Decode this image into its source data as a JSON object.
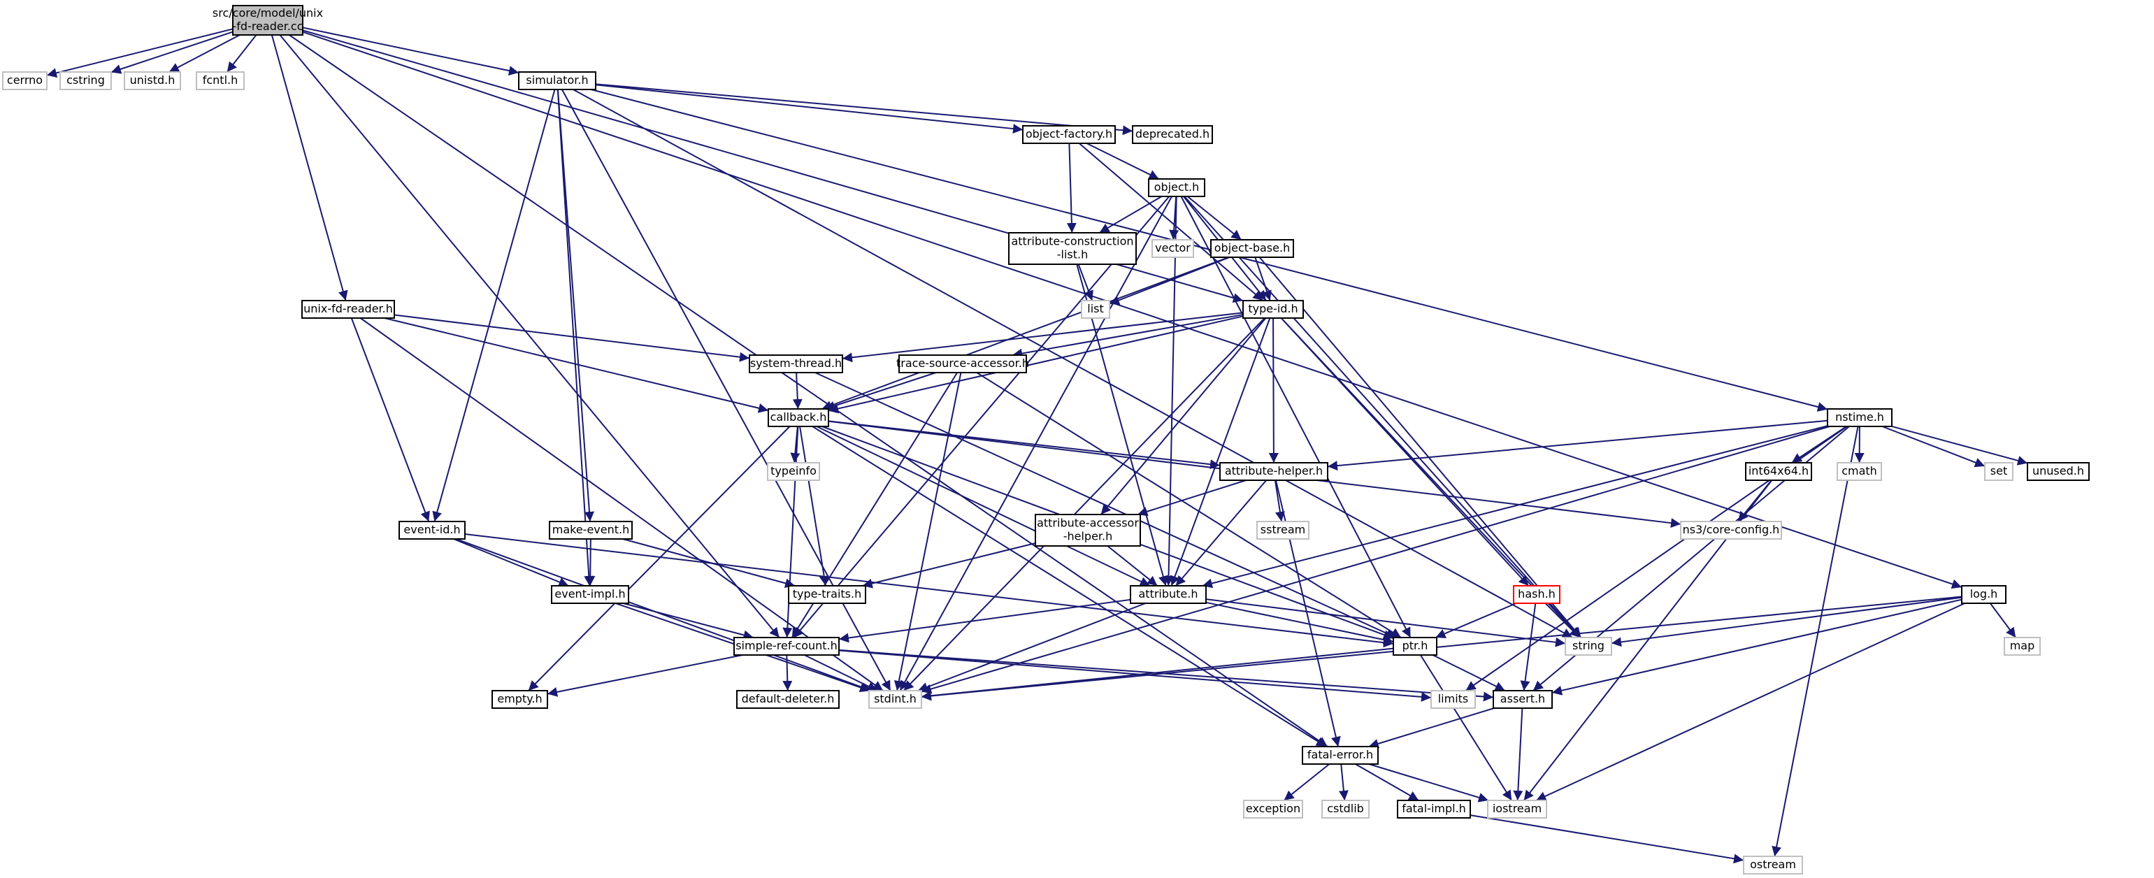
{
  "colors": {
    "edge": "#191970",
    "border_local": "#000000",
    "border_system": "#bfbfbf",
    "border_missing": "#ff0000",
    "root_fill": "#bfbfbf",
    "fill": "#ffffff",
    "text": "#000000"
  },
  "nodes": [
    {
      "id": "root",
      "lines": [
        "src/core/model/unix",
        "-fd-reader.cc"
      ],
      "kind": "root"
    },
    {
      "id": "cerrno",
      "lines": [
        "cerrno"
      ],
      "kind": "system"
    },
    {
      "id": "cstring",
      "lines": [
        "cstring"
      ],
      "kind": "system"
    },
    {
      "id": "unistd",
      "lines": [
        "unistd.h"
      ],
      "kind": "system"
    },
    {
      "id": "fcntl",
      "lines": [
        "fcntl.h"
      ],
      "kind": "system"
    },
    {
      "id": "simulator",
      "lines": [
        "simulator.h"
      ],
      "kind": "local"
    },
    {
      "id": "object_factory",
      "lines": [
        "object-factory.h"
      ],
      "kind": "local"
    },
    {
      "id": "deprecated",
      "lines": [
        "deprecated.h"
      ],
      "kind": "local"
    },
    {
      "id": "object",
      "lines": [
        "object.h"
      ],
      "kind": "local"
    },
    {
      "id": "attr_construction",
      "lines": [
        "attribute-construction",
        "-list.h"
      ],
      "kind": "local"
    },
    {
      "id": "vector",
      "lines": [
        "vector"
      ],
      "kind": "system"
    },
    {
      "id": "object_base",
      "lines": [
        "object-base.h"
      ],
      "kind": "local"
    },
    {
      "id": "list",
      "lines": [
        "list"
      ],
      "kind": "system"
    },
    {
      "id": "type_id",
      "lines": [
        "type-id.h"
      ],
      "kind": "local"
    },
    {
      "id": "unix_fd_reader",
      "lines": [
        "unix-fd-reader.h"
      ],
      "kind": "local"
    },
    {
      "id": "system_thread",
      "lines": [
        "system-thread.h"
      ],
      "kind": "local"
    },
    {
      "id": "trace_source",
      "lines": [
        "trace-source-accessor.h"
      ],
      "kind": "local"
    },
    {
      "id": "callback",
      "lines": [
        "callback.h"
      ],
      "kind": "local"
    },
    {
      "id": "typeinfo",
      "lines": [
        "typeinfo"
      ],
      "kind": "system"
    },
    {
      "id": "nstime",
      "lines": [
        "nstime.h"
      ],
      "kind": "local"
    },
    {
      "id": "attr_helper",
      "lines": [
        "attribute-helper.h"
      ],
      "kind": "local"
    },
    {
      "id": "int64x64",
      "lines": [
        "int64x64.h"
      ],
      "kind": "local"
    },
    {
      "id": "cmath",
      "lines": [
        "cmath"
      ],
      "kind": "system"
    },
    {
      "id": "set",
      "lines": [
        "set"
      ],
      "kind": "system"
    },
    {
      "id": "unused",
      "lines": [
        "unused.h"
      ],
      "kind": "local"
    },
    {
      "id": "sstream",
      "lines": [
        "sstream"
      ],
      "kind": "system"
    },
    {
      "id": "ns3config",
      "lines": [
        "ns3/core-config.h"
      ],
      "kind": "system"
    },
    {
      "id": "event_id",
      "lines": [
        "event-id.h"
      ],
      "kind": "local"
    },
    {
      "id": "make_event",
      "lines": [
        "make-event.h"
      ],
      "kind": "local"
    },
    {
      "id": "attr_accessor",
      "lines": [
        "attribute-accessor",
        "-helper.h"
      ],
      "kind": "local"
    },
    {
      "id": "event_impl",
      "lines": [
        "event-impl.h"
      ],
      "kind": "local"
    },
    {
      "id": "type_traits",
      "lines": [
        "type-traits.h"
      ],
      "kind": "local"
    },
    {
      "id": "attribute",
      "lines": [
        "attribute.h"
      ],
      "kind": "local"
    },
    {
      "id": "hash",
      "lines": [
        "hash.h"
      ],
      "kind": "missing"
    },
    {
      "id": "log",
      "lines": [
        "log.h"
      ],
      "kind": "local"
    },
    {
      "id": "simple_ref",
      "lines": [
        "simple-ref-count.h"
      ],
      "kind": "local"
    },
    {
      "id": "ptr",
      "lines": [
        "ptr.h"
      ],
      "kind": "local"
    },
    {
      "id": "string",
      "lines": [
        "string"
      ],
      "kind": "system"
    },
    {
      "id": "map",
      "lines": [
        "map"
      ],
      "kind": "system"
    },
    {
      "id": "empty",
      "lines": [
        "empty.h"
      ],
      "kind": "local"
    },
    {
      "id": "stdint",
      "lines": [
        "stdint.h"
      ],
      "kind": "system"
    },
    {
      "id": "default_deleter",
      "lines": [
        "default-deleter.h"
      ],
      "kind": "local"
    },
    {
      "id": "limits",
      "lines": [
        "limits"
      ],
      "kind": "system"
    },
    {
      "id": "assert",
      "lines": [
        "assert.h"
      ],
      "kind": "local"
    },
    {
      "id": "fatal_error",
      "lines": [
        "fatal-error.h"
      ],
      "kind": "local"
    },
    {
      "id": "exception",
      "lines": [
        "exception"
      ],
      "kind": "system"
    },
    {
      "id": "cstdlib",
      "lines": [
        "cstdlib"
      ],
      "kind": "system"
    },
    {
      "id": "fatal_impl",
      "lines": [
        "fatal-impl.h"
      ],
      "kind": "local"
    },
    {
      "id": "iostream",
      "lines": [
        "iostream"
      ],
      "kind": "system"
    },
    {
      "id": "ostream",
      "lines": [
        "ostream"
      ],
      "kind": "system"
    }
  ],
  "edges": [
    [
      "root",
      "cerrno"
    ],
    [
      "root",
      "cstring"
    ],
    [
      "root",
      "unistd"
    ],
    [
      "root",
      "fcntl"
    ],
    [
      "root",
      "simulator"
    ],
    [
      "root",
      "unix_fd_reader"
    ],
    [
      "root",
      "simple_ref"
    ],
    [
      "root",
      "type_id"
    ],
    [
      "root",
      "log"
    ],
    [
      "root",
      "fatal_error"
    ],
    [
      "simulator",
      "object_factory"
    ],
    [
      "simulator",
      "deprecated"
    ],
    [
      "simulator",
      "nstime"
    ],
    [
      "simulator",
      "string"
    ],
    [
      "simulator",
      "event_id"
    ],
    [
      "simulator",
      "make_event"
    ],
    [
      "simulator",
      "event_impl"
    ],
    [
      "simulator",
      "stdint"
    ],
    [
      "object_factory",
      "object"
    ],
    [
      "object_factory",
      "attr_construction"
    ],
    [
      "object_factory",
      "type_id"
    ],
    [
      "object",
      "attr_construction"
    ],
    [
      "object",
      "vector"
    ],
    [
      "object",
      "object_base"
    ],
    [
      "object",
      "type_id"
    ],
    [
      "object",
      "ptr"
    ],
    [
      "object",
      "simple_ref"
    ],
    [
      "object",
      "attribute"
    ],
    [
      "object",
      "string"
    ],
    [
      "object",
      "stdint"
    ],
    [
      "attr_construction",
      "list"
    ],
    [
      "attr_construction",
      "attribute"
    ],
    [
      "object_base",
      "list"
    ],
    [
      "object_base",
      "type_id"
    ],
    [
      "object_base",
      "callback"
    ],
    [
      "object_base",
      "string"
    ],
    [
      "type_id",
      "system_thread"
    ],
    [
      "type_id",
      "trace_source"
    ],
    [
      "type_id",
      "callback"
    ],
    [
      "type_id",
      "attr_helper"
    ],
    [
      "type_id",
      "attr_accessor"
    ],
    [
      "type_id",
      "attribute"
    ],
    [
      "type_id",
      "hash"
    ],
    [
      "type_id",
      "string"
    ],
    [
      "type_id",
      "stdint"
    ],
    [
      "unix_fd_reader",
      "system_thread"
    ],
    [
      "unix_fd_reader",
      "callback"
    ],
    [
      "unix_fd_reader",
      "event_id"
    ],
    [
      "unix_fd_reader",
      "stdint"
    ],
    [
      "system_thread",
      "callback"
    ],
    [
      "system_thread",
      "ptr"
    ],
    [
      "trace_source",
      "callback"
    ],
    [
      "trace_source",
      "simple_ref"
    ],
    [
      "trace_source",
      "ptr"
    ],
    [
      "trace_source",
      "stdint"
    ],
    [
      "callback",
      "typeinfo"
    ],
    [
      "callback",
      "type_traits"
    ],
    [
      "callback",
      "attribute"
    ],
    [
      "callback",
      "attr_helper"
    ],
    [
      "callback",
      "simple_ref"
    ],
    [
      "callback",
      "ptr"
    ],
    [
      "callback",
      "empty"
    ],
    [
      "callback",
      "fatal_error"
    ],
    [
      "callback",
      "ns3config"
    ],
    [
      "nstime",
      "attr_helper"
    ],
    [
      "nstime",
      "int64x64"
    ],
    [
      "nstime",
      "cmath"
    ],
    [
      "nstime",
      "set"
    ],
    [
      "nstime",
      "unused"
    ],
    [
      "nstime",
      "attribute"
    ],
    [
      "nstime",
      "stdint"
    ],
    [
      "nstime",
      "assert"
    ],
    [
      "nstime",
      "limits"
    ],
    [
      "nstime",
      "ostream"
    ],
    [
      "int64x64",
      "ns3config"
    ],
    [
      "int64x64",
      "iostream"
    ],
    [
      "attr_helper",
      "sstream"
    ],
    [
      "attr_helper",
      "attr_accessor"
    ],
    [
      "attr_helper",
      "attribute"
    ],
    [
      "attr_helper",
      "fatal_error"
    ],
    [
      "attr_accessor",
      "type_traits"
    ],
    [
      "attr_accessor",
      "attribute"
    ],
    [
      "event_id",
      "event_impl"
    ],
    [
      "event_id",
      "ptr"
    ],
    [
      "event_id",
      "stdint"
    ],
    [
      "make_event",
      "event_impl"
    ],
    [
      "make_event",
      "type_traits"
    ],
    [
      "event_impl",
      "simple_ref"
    ],
    [
      "event_impl",
      "stdint"
    ],
    [
      "attribute",
      "simple_ref"
    ],
    [
      "attribute",
      "ptr"
    ],
    [
      "attribute",
      "string"
    ],
    [
      "attribute",
      "stdint"
    ],
    [
      "hash",
      "ptr"
    ],
    [
      "hash",
      "assert"
    ],
    [
      "hash",
      "string"
    ],
    [
      "log",
      "string"
    ],
    [
      "log",
      "map"
    ],
    [
      "log",
      "stdint"
    ],
    [
      "log",
      "assert"
    ],
    [
      "log",
      "iostream"
    ],
    [
      "simple_ref",
      "empty"
    ],
    [
      "simple_ref",
      "default_deleter"
    ],
    [
      "simple_ref",
      "stdint"
    ],
    [
      "simple_ref",
      "limits"
    ],
    [
      "simple_ref",
      "assert"
    ],
    [
      "ptr",
      "stdint"
    ],
    [
      "ptr",
      "assert"
    ],
    [
      "ptr",
      "iostream"
    ],
    [
      "assert",
      "fatal_error"
    ],
    [
      "assert",
      "iostream"
    ],
    [
      "fatal_error",
      "exception"
    ],
    [
      "fatal_error",
      "cstdlib"
    ],
    [
      "fatal_error",
      "fatal_impl"
    ],
    [
      "fatal_error",
      "iostream"
    ],
    [
      "fatal_impl",
      "ostream"
    ]
  ]
}
